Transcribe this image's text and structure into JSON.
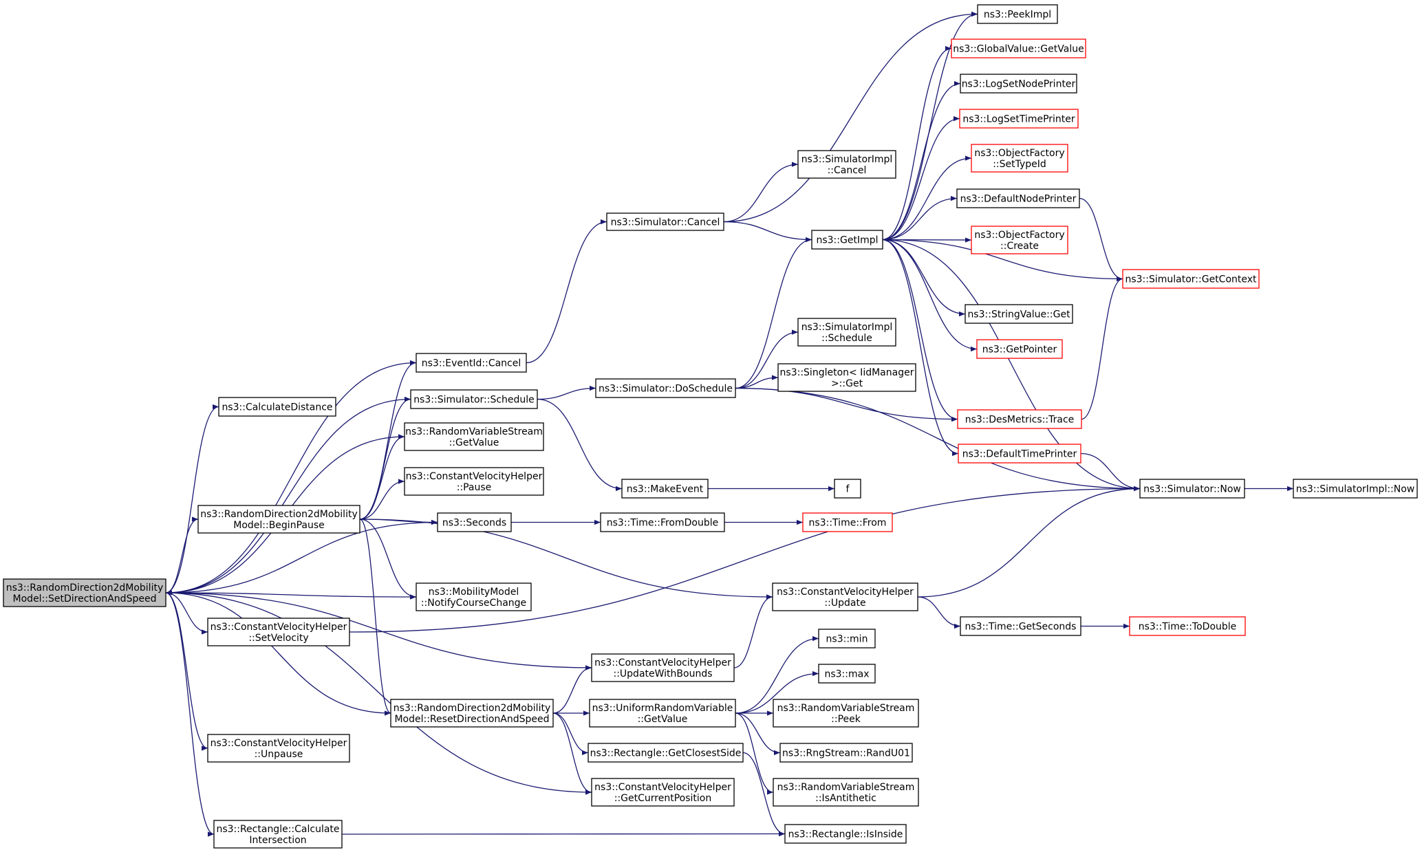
{
  "nodes": [
    {
      "id": "root",
      "lines": [
        "ns3::RandomDirection2dMobility",
        "Model::SetDirectionAndSpeed"
      ],
      "root": true
    },
    {
      "id": "peekimpl",
      "lines": [
        "ns3::PeekImpl"
      ]
    },
    {
      "id": "gv_getvalue",
      "lines": [
        "ns3::GlobalValue::GetValue"
      ],
      "red": true
    },
    {
      "id": "lognode",
      "lines": [
        "ns3::LogSetNodePrinter"
      ]
    },
    {
      "id": "logtime",
      "lines": [
        "ns3::LogSetTimePrinter"
      ],
      "red": true
    },
    {
      "id": "of_settypeid",
      "lines": [
        "ns3::ObjectFactory",
        "::SetTypeId"
      ],
      "red": true
    },
    {
      "id": "simimpl_cancel",
      "lines": [
        "ns3::SimulatorImpl",
        "::Cancel"
      ]
    },
    {
      "id": "defnodeprinter",
      "lines": [
        "ns3::DefaultNodePrinter"
      ]
    },
    {
      "id": "sim_cancel",
      "lines": [
        "ns3::Simulator::Cancel"
      ]
    },
    {
      "id": "getimpl",
      "lines": [
        "ns3::GetImpl"
      ]
    },
    {
      "id": "of_create",
      "lines": [
        "ns3::ObjectFactory",
        "::Create"
      ],
      "red": true
    },
    {
      "id": "getcontext",
      "lines": [
        "ns3::Simulator::GetContext"
      ],
      "red": true
    },
    {
      "id": "stringvalue",
      "lines": [
        "ns3::StringValue::Get"
      ]
    },
    {
      "id": "simimpl_schedule",
      "lines": [
        "ns3::SimulatorImpl",
        "::Schedule"
      ]
    },
    {
      "id": "getpointer",
      "lines": [
        "ns3::GetPointer"
      ],
      "red": true
    },
    {
      "id": "eventid_cancel",
      "lines": [
        "ns3::EventId::Cancel"
      ]
    },
    {
      "id": "singleton",
      "lines": [
        "ns3::Singleton< IidManager",
        ">::Get"
      ]
    },
    {
      "id": "sim_doschedule",
      "lines": [
        "ns3::Simulator::DoSchedule"
      ]
    },
    {
      "id": "calcdist",
      "lines": [
        "ns3::CalculateDistance"
      ]
    },
    {
      "id": "sim_schedule",
      "lines": [
        "ns3::Simulator::Schedule"
      ]
    },
    {
      "id": "desmetrics",
      "lines": [
        "ns3::DesMetrics::Trace"
      ],
      "red": true
    },
    {
      "id": "rvs_getvalue",
      "lines": [
        "ns3::RandomVariableStream",
        "::GetValue"
      ]
    },
    {
      "id": "deftimeprinter",
      "lines": [
        "ns3::DefaultTimePrinter"
      ],
      "red": true
    },
    {
      "id": "cvh_pause",
      "lines": [
        "ns3::ConstantVelocityHelper",
        "::Pause"
      ]
    },
    {
      "id": "makeevent",
      "lines": [
        "ns3::MakeEvent"
      ]
    },
    {
      "id": "f",
      "lines": [
        "f"
      ]
    },
    {
      "id": "sim_now",
      "lines": [
        "ns3::Simulator::Now"
      ]
    },
    {
      "id": "simimpl_now",
      "lines": [
        "ns3::SimulatorImpl::Now"
      ]
    },
    {
      "id": "beginpause",
      "lines": [
        "ns3::RandomDirection2dMobility",
        "Model::BeginPause"
      ]
    },
    {
      "id": "seconds",
      "lines": [
        "ns3::Seconds"
      ]
    },
    {
      "id": "time_fromdouble",
      "lines": [
        "ns3::Time::FromDouble"
      ]
    },
    {
      "id": "time_from",
      "lines": [
        "ns3::Time::From"
      ],
      "red": true
    },
    {
      "id": "mm_notify",
      "lines": [
        "ns3::MobilityModel",
        "::NotifyCourseChange"
      ]
    },
    {
      "id": "cvh_update",
      "lines": [
        "ns3::ConstantVelocityHelper",
        "::Update"
      ]
    },
    {
      "id": "cvh_setvelocity",
      "lines": [
        "ns3::ConstantVelocityHelper",
        "::SetVelocity"
      ]
    },
    {
      "id": "time_getseconds",
      "lines": [
        "ns3::Time::GetSeconds"
      ]
    },
    {
      "id": "time_todouble",
      "lines": [
        "ns3::Time::ToDouble"
      ],
      "red": true
    },
    {
      "id": "min",
      "lines": [
        "ns3::min"
      ]
    },
    {
      "id": "cvh_updatebounds",
      "lines": [
        "ns3::ConstantVelocityHelper",
        "::UpdateWithBounds"
      ]
    },
    {
      "id": "max",
      "lines": [
        "ns3::max"
      ]
    },
    {
      "id": "resetdir",
      "lines": [
        "ns3::RandomDirection2dMobility",
        "Model::ResetDirectionAndSpeed"
      ]
    },
    {
      "id": "urv_getvalue",
      "lines": [
        "ns3::UniformRandomVariable",
        "::GetValue"
      ]
    },
    {
      "id": "rvs_peek",
      "lines": [
        "ns3::RandomVariableStream",
        "::Peek"
      ]
    },
    {
      "id": "rect_closest",
      "lines": [
        "ns3::Rectangle::GetClosestSide"
      ]
    },
    {
      "id": "rng_randu01",
      "lines": [
        "ns3::RngStream::RandU01"
      ]
    },
    {
      "id": "cvh_unpause",
      "lines": [
        "ns3::ConstantVelocityHelper",
        "::Unpause"
      ]
    },
    {
      "id": "rvs_isanti",
      "lines": [
        "ns3::RandomVariableStream",
        "::IsAntithetic"
      ]
    },
    {
      "id": "cvh_getpos",
      "lines": [
        "ns3::ConstantVelocityHelper",
        "::GetCurrentPosition"
      ]
    },
    {
      "id": "rect_calcint",
      "lines": [
        "ns3::Rectangle::Calculate",
        "Intersection"
      ]
    },
    {
      "id": "rect_isinside",
      "lines": [
        "ns3::Rectangle::IsInside"
      ]
    }
  ],
  "edges": [
    [
      "root",
      "eventid_cancel"
    ],
    [
      "root",
      "calcdist"
    ],
    [
      "root",
      "sim_schedule"
    ],
    [
      "root",
      "rvs_getvalue"
    ],
    [
      "root",
      "beginpause"
    ],
    [
      "root",
      "seconds"
    ],
    [
      "root",
      "mm_notify"
    ],
    [
      "root",
      "cvh_setvelocity"
    ],
    [
      "root",
      "cvh_updatebounds"
    ],
    [
      "root",
      "cvh_unpause"
    ],
    [
      "root",
      "cvh_getpos"
    ],
    [
      "root",
      "rect_calcint"
    ],
    [
      "resetdir",
      "root"
    ],
    [
      "beginpause",
      "eventid_cancel"
    ],
    [
      "beginpause",
      "sim_schedule"
    ],
    [
      "beginpause",
      "rvs_getvalue"
    ],
    [
      "beginpause",
      "cvh_pause"
    ],
    [
      "beginpause",
      "seconds"
    ],
    [
      "beginpause",
      "mm_notify"
    ],
    [
      "beginpause",
      "cvh_update"
    ],
    [
      "beginpause",
      "resetdir"
    ],
    [
      "eventid_cancel",
      "sim_cancel"
    ],
    [
      "sim_cancel",
      "simimpl_cancel"
    ],
    [
      "sim_cancel",
      "getimpl"
    ],
    [
      "sim_cancel",
      "peekimpl"
    ],
    [
      "sim_schedule",
      "sim_doschedule"
    ],
    [
      "sim_schedule",
      "makeevent"
    ],
    [
      "sim_doschedule",
      "getimpl"
    ],
    [
      "sim_doschedule",
      "simimpl_schedule"
    ],
    [
      "sim_doschedule",
      "singleton"
    ],
    [
      "sim_doschedule",
      "desmetrics"
    ],
    [
      "sim_doschedule",
      "sim_now"
    ],
    [
      "getimpl",
      "peekimpl"
    ],
    [
      "getimpl",
      "gv_getvalue"
    ],
    [
      "getimpl",
      "lognode"
    ],
    [
      "getimpl",
      "logtime"
    ],
    [
      "getimpl",
      "of_settypeid"
    ],
    [
      "getimpl",
      "defnodeprinter"
    ],
    [
      "getimpl",
      "of_create"
    ],
    [
      "getimpl",
      "stringvalue"
    ],
    [
      "getimpl",
      "getpointer"
    ],
    [
      "getimpl",
      "desmetrics"
    ],
    [
      "getimpl",
      "deftimeprinter"
    ],
    [
      "getcontext",
      "getimpl"
    ],
    [
      "defnodeprinter",
      "getcontext"
    ],
    [
      "desmetrics",
      "getcontext"
    ],
    [
      "sim_now",
      "getimpl"
    ],
    [
      "sim_now",
      "simimpl_now"
    ],
    [
      "deftimeprinter",
      "sim_now"
    ],
    [
      "makeevent",
      "f"
    ],
    [
      "seconds",
      "time_fromdouble"
    ],
    [
      "time_fromdouble",
      "time_from"
    ],
    [
      "cvh_setvelocity",
      "sim_now"
    ],
    [
      "cvh_update",
      "sim_now"
    ],
    [
      "cvh_update",
      "time_getseconds"
    ],
    [
      "time_getseconds",
      "time_todouble"
    ],
    [
      "cvh_updatebounds",
      "cvh_update"
    ],
    [
      "resetdir",
      "cvh_updatebounds"
    ],
    [
      "resetdir",
      "urv_getvalue"
    ],
    [
      "resetdir",
      "rect_closest"
    ],
    [
      "resetdir",
      "cvh_getpos"
    ],
    [
      "urv_getvalue",
      "min"
    ],
    [
      "urv_getvalue",
      "max"
    ],
    [
      "urv_getvalue",
      "rvs_peek"
    ],
    [
      "urv_getvalue",
      "rng_randu01"
    ],
    [
      "urv_getvalue",
      "rvs_isanti"
    ],
    [
      "rect_closest",
      "rect_isinside"
    ],
    [
      "rect_calcint",
      "rect_isinside"
    ]
  ]
}
